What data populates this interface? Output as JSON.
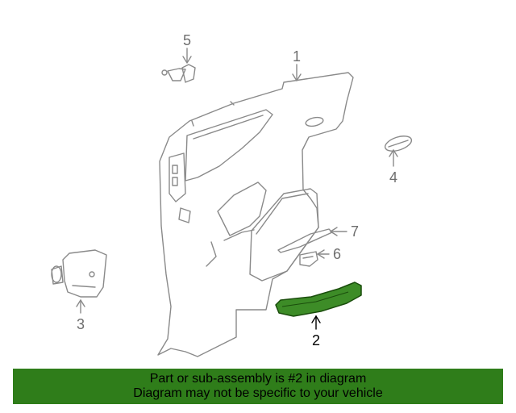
{
  "colors": {
    "line": "#8a8a8a",
    "highlight": "#2f7d1a",
    "highlight_fill": "#3d8c27",
    "banner_bg": "#2f7d1a",
    "banner_text": "#000000"
  },
  "callouts": {
    "c1": "1",
    "c2": "2",
    "c3": "3",
    "c4": "4",
    "c5": "5",
    "c6": "6",
    "c7": "7"
  },
  "highlighted_part": "2",
  "banner": {
    "line1": "Part or sub-assembly is #2 in diagram",
    "line2": "Diagram may not be specific to your vehicle"
  }
}
